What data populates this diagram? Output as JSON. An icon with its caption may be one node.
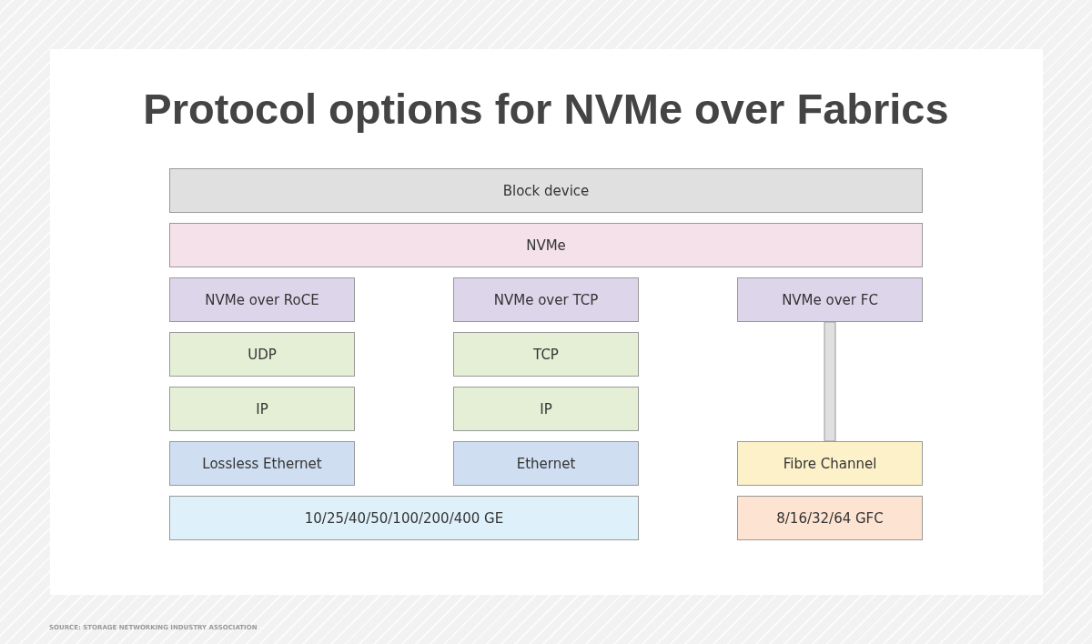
{
  "diagram": {
    "title": "Protocol options for NVMe over Fabrics",
    "caption": "SOURCE: STORAGE NETWORKING INDUSTRY ASSOCIATION",
    "nodes": [
      {
        "text": [
          "Block device"
        ]
      },
      {
        "text": [
          "NVMe"
        ]
      },
      {
        "text": [
          "NVMe over RoCE"
        ]
      },
      {
        "text": [
          "NVMe over TCP"
        ]
      },
      {
        "text": [
          "NVMe over FC"
        ]
      },
      {
        "text": [
          "UDP"
        ]
      },
      {
        "text": [
          "TCP"
        ]
      },
      {
        "text": [
          "IP"
        ]
      },
      {
        "text": [
          "IP"
        ]
      },
      {
        "text": [
          "Lossless Ethernet"
        ]
      },
      {
        "text": [
          "Ethernet"
        ]
      },
      {
        "text": [
          "Fibre Channel"
        ]
      },
      {
        "text": [
          "10/25/40/50/100/200/400 GE"
        ]
      },
      {
        "text": [
          "8/16/32/64 GFC"
        ]
      }
    ],
    "edges": [
      {
        "from": 4,
        "to": 11,
        "arrow": "none",
        "style": "thick",
        "color": "#e0e0e0"
      }
    ]
  }
}
